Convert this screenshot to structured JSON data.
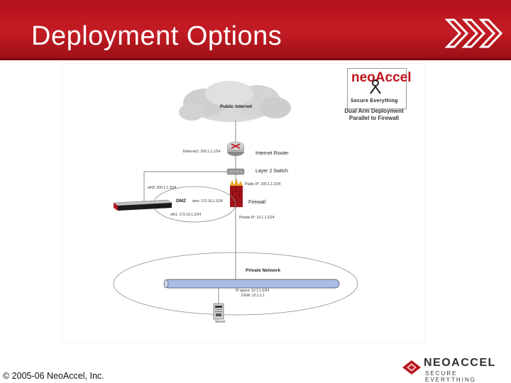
{
  "slide": {
    "title": "Deployment Options",
    "footer": "© 2005-06 NeoAccel, Inc."
  },
  "logo_top": {
    "brand": "neoAccel",
    "tagline": "Secure Everything"
  },
  "logo_footer": {
    "brand": "NEOACCEL",
    "tagline": "SECURE EVERYTHING"
  },
  "diagram": {
    "heading_line1": "Dual Arm Deployment",
    "heading_line2": "Parallel to Firewall",
    "cloud_label": "Public Internet",
    "router_label": "Internet Router",
    "router_ip": "Ethernet1: 200.1.1.1/24",
    "switch_label": "Layer 2 Switch",
    "firewall_label": "Firewall",
    "firewall_public_ip": "Public IP: 200.1.1.2/24",
    "firewall_private_ip": "Private IP: 10.1.1.1/24",
    "firewall_dmz_ip": "dmz: 172.16.1.1/24",
    "dmz_label": "DMZ",
    "eth0_ip": "eth0: 200.1.1.3/24",
    "eth1_ip": "eth1: 172.16.1.2/24",
    "private_network_label": "Private Network",
    "ip_space": "IP space: 10.1.1.0/24",
    "gateway": "DGW: 10.1.1.1",
    "server_label": "Server"
  },
  "colors": {
    "header_red": "#c41c24",
    "accent_red": "#c0151d",
    "pipe_blue": "#a9bde6"
  }
}
